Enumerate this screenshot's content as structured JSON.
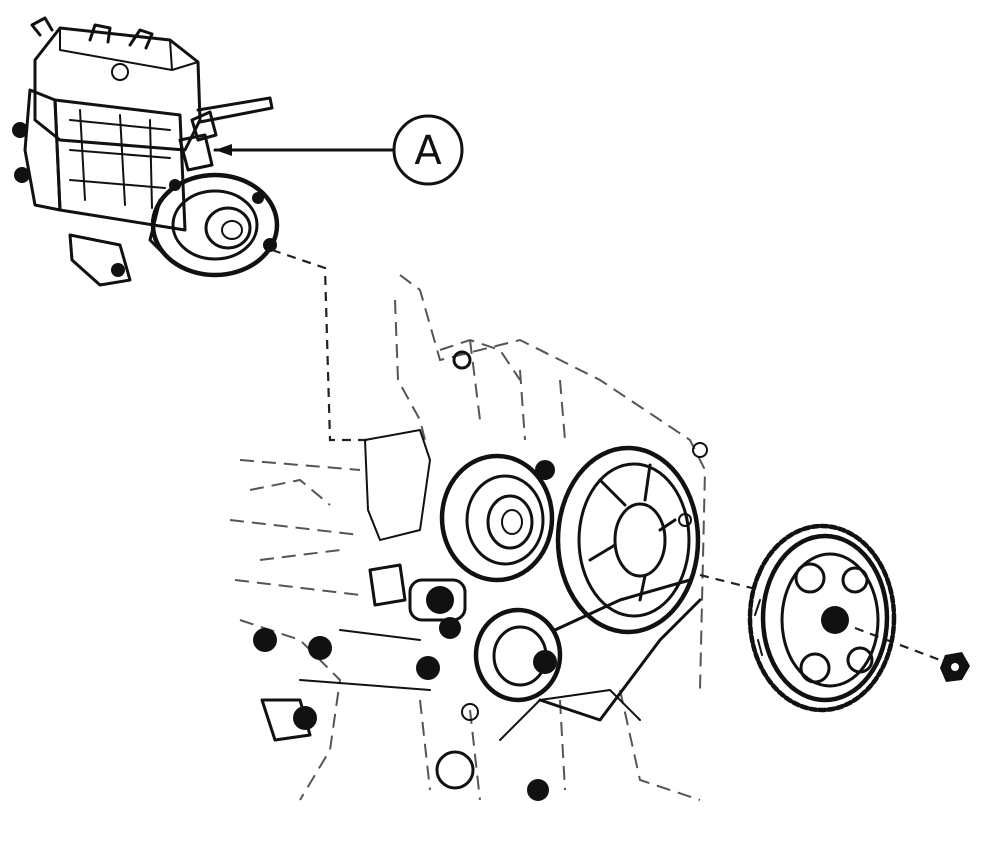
{
  "diagram": {
    "callouts": [
      {
        "id": "A",
        "label": "A"
      }
    ],
    "parts": [
      "fuel-injection-pump",
      "pump-drive-flange",
      "timing-cover",
      "crankshaft-pulley",
      "idler-pulley",
      "tensioner-pulley",
      "pump-sprocket",
      "retaining-nut"
    ],
    "colors": {
      "ink": "#111111",
      "background": "#ffffff"
    }
  }
}
